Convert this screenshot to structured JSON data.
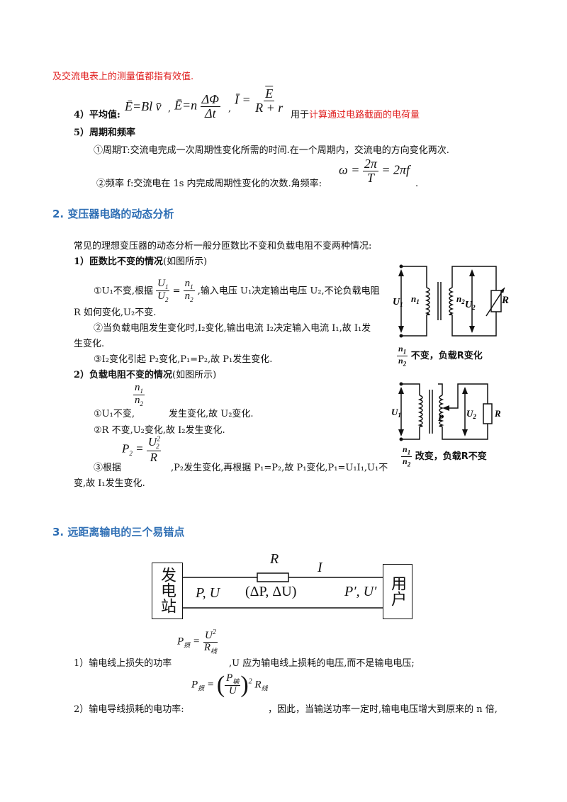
{
  "line1": "及交流电表上的测量值都指有效值.",
  "item4": {
    "label": "4）平均值:",
    "formula1": "Ē=Bl v̄",
    "formula2_lhs": "Ē=n",
    "formula2_num": "ΔΦ",
    "formula2_den": "Δt",
    "formula3_lhs": "Ī =",
    "formula3_num": "E",
    "formula3_den": "R + r",
    "note_prefix": "用于",
    "note_red": "计算通过电路截面的电荷量"
  },
  "item5": {
    "label": "5）周期和频率",
    "period": "①周期T:交流电完成一次周期性变化所需的时间.在一个周期内，交流电的方向变化两次.",
    "freq": "②频率 f:交流电在 1s 内完成周期性变化的次数.角频率:",
    "omega_lhs": "ω =",
    "omega_num": "2π",
    "omega_den": "T",
    "omega_rhs": "= 2πf"
  },
  "section2": {
    "title": "2.  变压器电路的动态分析",
    "intro": "常见的理想变压器的动态分析一般分匝数比不变和负载电阻不变两种情况:",
    "case1_title": "1）匝数比不变的情况",
    "case1_note": "(如图所示)",
    "c1_l1a": "①U₁不变,根据",
    "c1_l1b": ",输入电压 U₁决定输出电压 U₂,不论负载电阻",
    "c1_l2": "R 如何变化,U₂不变.",
    "c1_l3": "②当负载电阻发生变化时,I₂变化,输出电流 I₂决定输入电流 I₁,故 I₁发",
    "c1_l4": "生变化.",
    "c1_l5": "③I₂变化引起 P₂变化,P₁=P₂,故 P₁发生变化.",
    "case2_title": "2）负载电阻不变的情况",
    "case2_note": "(如图所示)",
    "c2_l1": "①U₁不变,",
    "c2_l1b": "发生变化,故 U₂变化.",
    "c2_l2": "②R 不变,U₂变化,故 I₂发生变化.",
    "c2_l3a": "③根据",
    "c2_l3b": ",P₂发生变化,再根据 P₁=P₂,故 P₁变化,P₁=U₁I₁,U₁不",
    "c2_l4": "变,故 I₁发生变化.",
    "fig1_caption": "不变，负载R变化",
    "fig2_caption": "改变，负载R不变"
  },
  "section3": {
    "title": "3.  远距离输电的三个易错点",
    "box_left": "发电站",
    "box_right": "用户",
    "label_R": "R",
    "label_I": "I",
    "label_PU": "P, U",
    "label_dPdU": "(ΔP, ΔU)",
    "label_PpUp": "P′, U′",
    "p1_prefix": "1）输电线上损失的功率",
    "p1_suffix": ",U 应为输电线上损耗的电压,而不是输电电压;",
    "p2_prefix": "2）输电导线损耗的电功率:",
    "p2_suffix": "，因此，当输送功率一定时,输电电压增大到原来的 n 倍,"
  }
}
